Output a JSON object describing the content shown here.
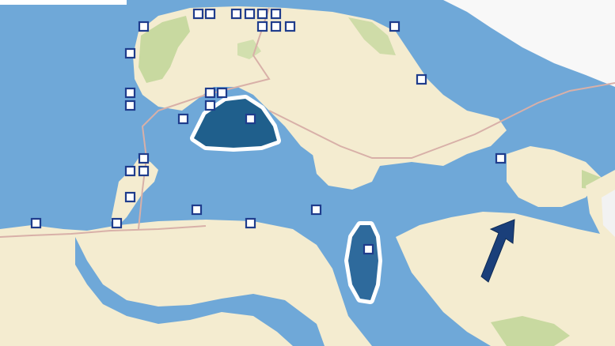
{
  "map": {
    "colors": {
      "water": "#6fa8d8",
      "land": "#f4ecd0",
      "land_green": "#c8d9a0",
      "road": "#d8b0a8",
      "zone_fill": "#1f5f8c",
      "zone_outline": "#ffffff",
      "station_stroke": "#1f3c8c",
      "arrow": "#1a3f7a"
    },
    "icons": {
      "station": "square-marker-icon",
      "direction": "arrow-icon"
    },
    "zones": [
      {
        "id": "north-zone"
      },
      {
        "id": "south-zone"
      }
    ],
    "station_count": 30
  }
}
